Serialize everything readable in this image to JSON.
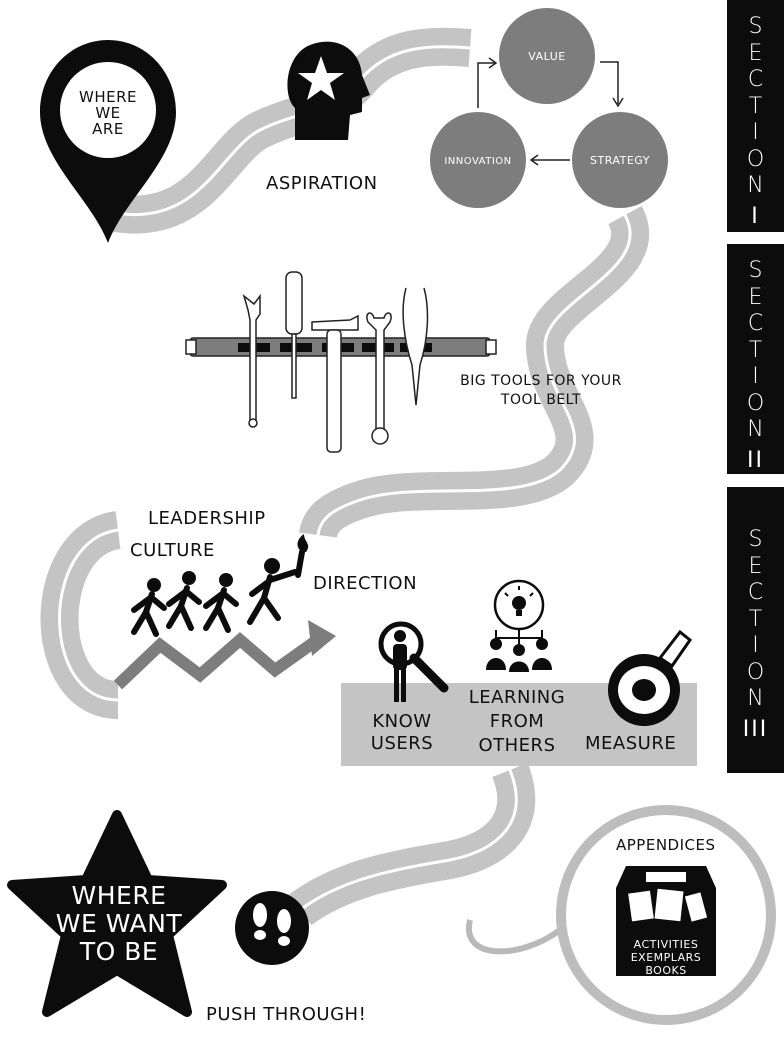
{
  "sections": [
    {
      "letters": [
        "S",
        "E",
        "C",
        "T",
        "I",
        "O",
        "N"
      ],
      "numeral": "I"
    },
    {
      "letters": [
        "S",
        "E",
        "C",
        "T",
        "I",
        "O",
        "N"
      ],
      "numeral": "II"
    },
    {
      "letters": [
        "S",
        "E",
        "C",
        "T",
        "I",
        "O",
        "N"
      ],
      "numeral": "III"
    }
  ],
  "start_pin": {
    "line1": "WHERE",
    "line2": "WE",
    "line3": "ARE"
  },
  "aspiration_label": "ASPIRATION",
  "cycle": {
    "value": "VALUE",
    "strategy": "STRATEGY",
    "innovation": "INNOVATION"
  },
  "tools_label": {
    "line1": "BIG TOOLS FOR YOUR",
    "line2": "TOOL BELT"
  },
  "team": {
    "leadership": "LEADERSHIP",
    "culture": "CULTURE",
    "direction": "DIRECTION"
  },
  "methods": {
    "know_users": {
      "line1": "KNOW",
      "line2": "USERS"
    },
    "learning": {
      "line1": "LEARNING",
      "line2": "FROM",
      "line3": "OTHERS"
    },
    "measure": "MEASURE"
  },
  "goal_star": {
    "line1": "WHERE",
    "line2": "WE WANT",
    "line3": "TO BE"
  },
  "push_label": "PUSH THROUGH!",
  "appendices": {
    "title": "APPENDICES",
    "items": [
      "ACTIVITIES",
      "EXEMPLARS",
      "BOOKS"
    ]
  },
  "colors": {
    "road": "#c4c4c4",
    "road_stripe": "#ffffff",
    "dark": "#0c0c0c",
    "circle": "#7d7d7d",
    "box": "#c4c4c4"
  }
}
